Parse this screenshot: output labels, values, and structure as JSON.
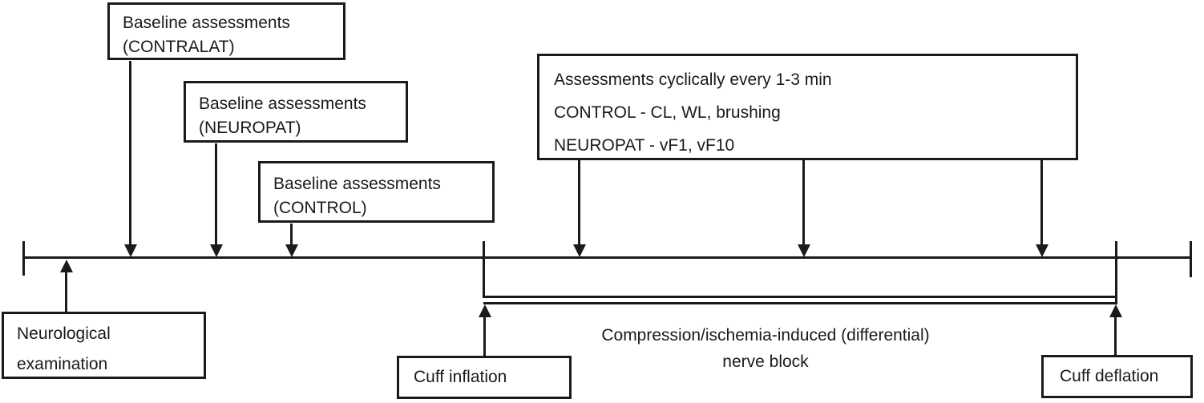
{
  "diagram": {
    "baseline_contralat": {
      "line1": "Baseline assessments",
      "line2": "(CONTRALAT)"
    },
    "baseline_neuropat": {
      "line1": "Baseline assessments",
      "line2": "(NEUROPAT)"
    },
    "baseline_control": {
      "line1": "Baseline assessments",
      "line2": "(CONTROL)"
    },
    "assessments": {
      "line1": "Assessments cyclically every 1-3 min",
      "line2": "CONTROL - CL, WL, brushing",
      "line3": "NEUROPAT - vF1, vF10"
    },
    "neurological_examination": {
      "line1": "Neurological",
      "line2": "examination"
    },
    "cuff_inflation": {
      "label": "Cuff inflation"
    },
    "cuff_deflation": {
      "label": "Cuff deflation"
    },
    "nerve_block": {
      "line1": "Compression/ischemia-induced (differential)",
      "line2": "nerve block"
    }
  },
  "colors": {
    "line": "#1a1a1a",
    "background": "#ffffff"
  }
}
